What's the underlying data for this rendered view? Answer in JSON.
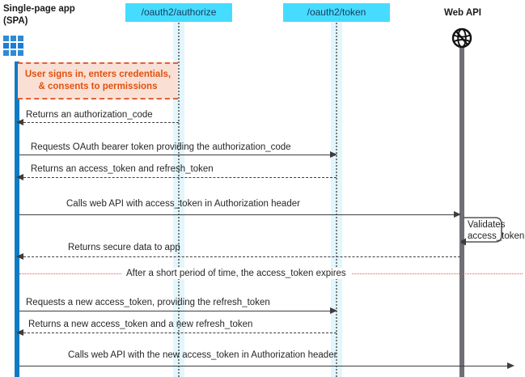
{
  "diagram": {
    "kind": "sequence-diagram",
    "title_visible": false,
    "colors": {
      "endpoint_box": "#46dcff",
      "spa_lifeline": "#0f7bc4",
      "webapi_lifeline": "#6e7075",
      "note_fill": "#fae0d4",
      "note_border": "#e0613c",
      "note_text": "#e2500f",
      "divider": "#ef5350",
      "message": "#3d3d3d",
      "lifeline_band": "#e3f6fd"
    }
  },
  "participants": [
    {
      "id": "spa",
      "label": "Single-page app\n(SPA)",
      "icon": "app-grid-icon",
      "style": "plain-bold-text"
    },
    {
      "id": "authorize",
      "label": "/oauth2/authorize",
      "style": "cyan-box"
    },
    {
      "id": "token",
      "label": "/oauth2/token",
      "style": "cyan-box"
    },
    {
      "id": "webapi",
      "label": "Web API",
      "icon": "globe-icon",
      "style": "plain-bold-text"
    }
  ],
  "notes": [
    {
      "id": "consent-note",
      "text": "User signs in, enters credentials, & consents to permissions",
      "from": "spa",
      "to": "authorize"
    },
    {
      "id": "validate-note",
      "text": "Validates\naccess_token",
      "on": "webapi",
      "type": "self-loop"
    }
  ],
  "messages": [
    {
      "index": 1,
      "label": "Returns an authorization_code",
      "from": "authorize",
      "to": "spa",
      "direction": "left",
      "line": "dashed"
    },
    {
      "index": 2,
      "label": "Requests OAuth bearer token providing the authorization_code",
      "from": "spa",
      "to": "token",
      "direction": "right",
      "line": "solid"
    },
    {
      "index": 3,
      "label": "Returns an access_token and refresh_token",
      "from": "token",
      "to": "spa",
      "direction": "left",
      "line": "dashed"
    },
    {
      "index": 4,
      "label": "Calls web API with access_token in Authorization header",
      "from": "spa",
      "to": "webapi",
      "direction": "right",
      "line": "solid"
    },
    {
      "index": 5,
      "label": "Returns secure data to app",
      "from": "webapi",
      "to": "spa",
      "direction": "left",
      "line": "dashed"
    },
    {
      "index": 6,
      "label": "Requests a new access_token, providing the refresh_token",
      "from": "spa",
      "to": "token",
      "direction": "right",
      "line": "solid"
    },
    {
      "index": 7,
      "label": "Returns a new access_token and a new refresh_token",
      "from": "token",
      "to": "spa",
      "direction": "left",
      "line": "dashed"
    },
    {
      "index": 8,
      "label": "Calls web API with the new access_token in Authorization header",
      "from": "spa",
      "to": "webapi",
      "direction": "right",
      "line": "solid"
    }
  ],
  "divider": {
    "label": "After a short period of time, the access_token expires",
    "style": "red-dotted"
  }
}
